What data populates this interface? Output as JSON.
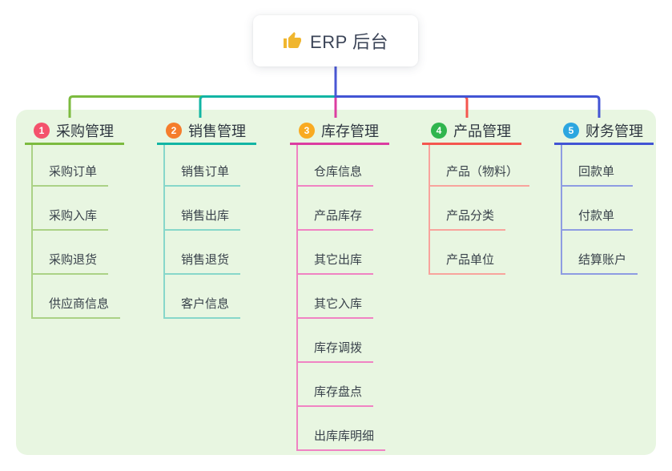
{
  "root": {
    "icon": "thumbs-up-icon",
    "label": "ERP 后台",
    "stem_color": "#4a57d4",
    "icon_color": "#f0b62f",
    "box_background": "#ffffff"
  },
  "canvas": {
    "background": "#e8f6e1",
    "page_background": "#ffffff"
  },
  "branches": [
    {
      "badge": "1",
      "badge_color": "#f4526c",
      "line_color": "#7cbb3f",
      "child_line_color": "#abd286",
      "label": "采购管理",
      "children": [
        "采购订单",
        "采购入库",
        "采购退货",
        "供应商信息"
      ]
    },
    {
      "badge": "2",
      "badge_color": "#f57d2c",
      "line_color": "#12b5a4",
      "child_line_color": "#87d7ca",
      "label": "销售管理",
      "children": [
        "销售订单",
        "销售出库",
        "销售退货",
        "客户信息"
      ]
    },
    {
      "badge": "3",
      "badge_color": "#f9aa21",
      "line_color": "#dc3da1",
      "child_line_color": "#f083c3",
      "label": "库存管理",
      "children": [
        "仓库信息",
        "产品库存",
        "其它出库",
        "其它入库",
        "库存调拨",
        "库存盘点",
        "出库库明细"
      ]
    },
    {
      "badge": "4",
      "badge_color": "#30b54e",
      "line_color": "#f4564e",
      "child_line_color": "#f8a49d",
      "label": "产品管理",
      "children": [
        "产品（物料）",
        "产品分类",
        "产品单位"
      ]
    },
    {
      "badge": "5",
      "badge_color": "#2ca6e0",
      "line_color": "#4254d4",
      "child_line_color": "#8e9ce2",
      "label": "财务管理",
      "children": [
        "回款单",
        "付款单",
        "结算账户"
      ]
    }
  ]
}
